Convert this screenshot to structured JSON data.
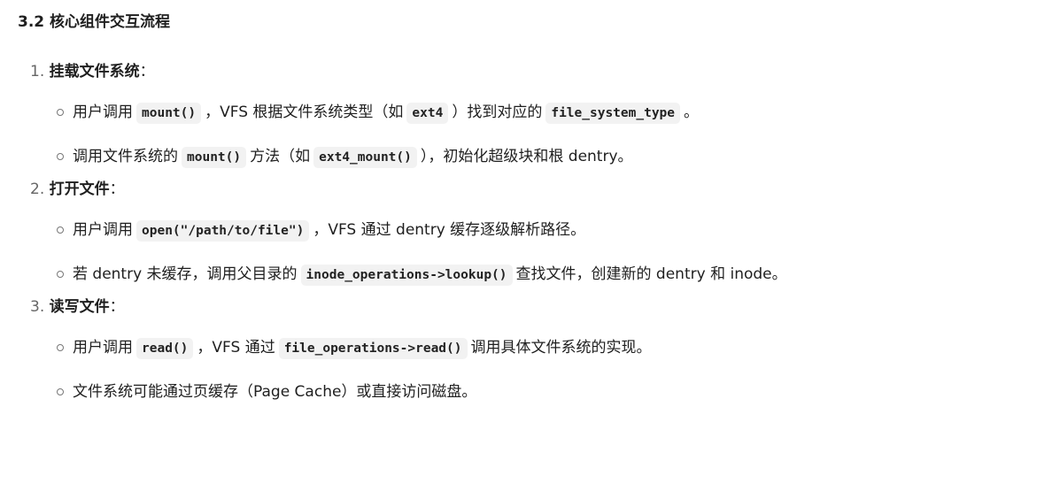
{
  "heading": "3.2 核心组件交互流程",
  "items": [
    {
      "num": "1.",
      "title": "挂载文件系统",
      "colon": "：",
      "subs": [
        [
          {
            "t": "用户调用"
          },
          {
            "t": "mount()",
            "code": true
          },
          {
            "t": "，VFS 根据文件系统类型（如"
          },
          {
            "t": "ext4",
            "code": true
          },
          {
            "t": "）找到对应的"
          },
          {
            "t": "file_system_type",
            "code": true
          },
          {
            "t": "。"
          }
        ],
        [
          {
            "t": "调用文件系统的"
          },
          {
            "t": "mount()",
            "code": true
          },
          {
            "t": "方法（如"
          },
          {
            "t": "ext4_mount()",
            "code": true
          },
          {
            "t": "），初始化超级块和根 dentry。"
          }
        ]
      ]
    },
    {
      "num": "2.",
      "title": "打开文件",
      "colon": "：",
      "subs": [
        [
          {
            "t": "用户调用"
          },
          {
            "t": "open(\"/path/to/file\")",
            "code": true
          },
          {
            "t": "，VFS 通过 dentry 缓存逐级解析路径。"
          }
        ],
        [
          {
            "t": "若 dentry 未缓存，调用父目录的"
          },
          {
            "t": "inode_operations->lookup()",
            "code": true
          },
          {
            "t": "查找文件，创建新的 dentry 和 inode。"
          }
        ]
      ]
    },
    {
      "num": "3.",
      "title": "读写文件",
      "colon": "：",
      "subs": [
        [
          {
            "t": "用户调用"
          },
          {
            "t": "read()",
            "code": true
          },
          {
            "t": "，VFS 通过"
          },
          {
            "t": "file_operations->read()",
            "code": true
          },
          {
            "t": "调用具体文件系统的实现。"
          }
        ],
        [
          {
            "t": "文件系统可能通过页缓存（Page Cache）或直接访问磁盘。"
          }
        ]
      ]
    }
  ]
}
